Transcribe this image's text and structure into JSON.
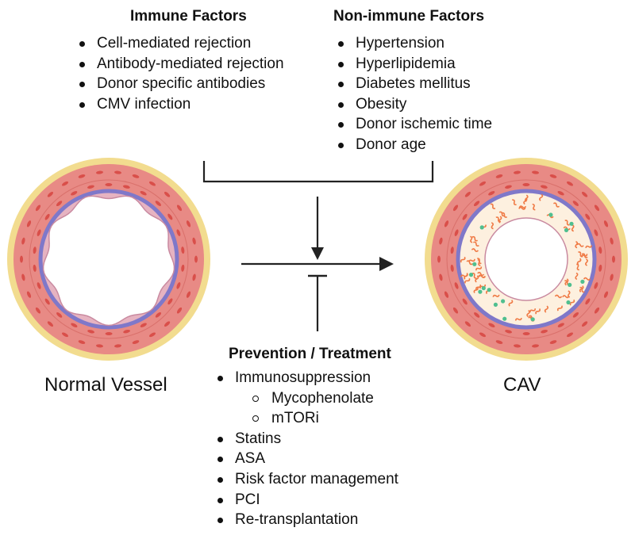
{
  "immune": {
    "title": "Immune Factors",
    "items": [
      "Cell-mediated rejection",
      "Antibody-mediated rejection",
      "Donor specific antibodies",
      "CMV infection"
    ]
  },
  "non_immune": {
    "title": "Non-immune Factors",
    "items": [
      "Hypertension",
      "Hyperlipidemia",
      "Diabetes mellitus",
      "Obesity",
      "Donor ischemic time",
      "Donor age"
    ]
  },
  "prevention": {
    "title": "Prevention / Treatment",
    "items": [
      {
        "label": "Immunosuppression",
        "sub": [
          "Mycophenolate",
          "mTORi"
        ]
      },
      {
        "label": "Statins"
      },
      {
        "label": "ASA"
      },
      {
        "label": "Risk factor management"
      },
      {
        "label": "PCI"
      },
      {
        "label": "Re-transplantation"
      }
    ]
  },
  "vessels": {
    "normal_label": "Normal Vessel",
    "cav_label": "CAV"
  },
  "colors": {
    "adventitia": "#f2dc8f",
    "media": "#e88a85",
    "media_cell": "#d94f4a",
    "elastic_lamina": "#7f78c9",
    "intima_normal": "#e6b3c1",
    "intima_thickened": "#fdf0df",
    "plaque_cell": "#ef7a45",
    "plaque_dot": "#4fbf8f",
    "line": "#222222"
  }
}
